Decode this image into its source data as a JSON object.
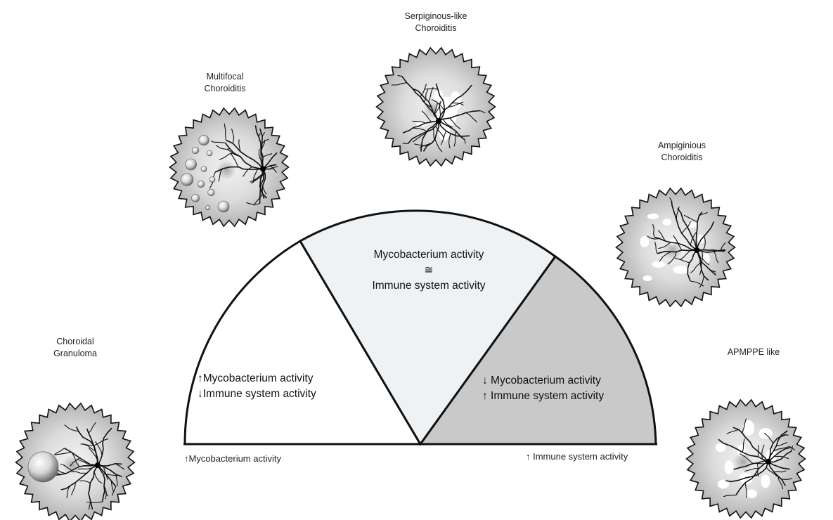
{
  "fundus_labels": {
    "multifocal": [
      "Multifocal",
      "Choroiditis"
    ],
    "serpiginous": [
      "Serpiginous-like",
      "Choroiditis"
    ],
    "ampiginous": [
      "Ampiginious",
      "Choroiditis"
    ],
    "granuloma": [
      "Choroidal",
      "Granuloma"
    ],
    "apmppe": [
      "APMPPE like"
    ]
  },
  "segments": {
    "left": {
      "line1": "↑Mycobacterium activity",
      "line2": "↓Immune system activity"
    },
    "middle": {
      "line1": "Mycobacterium activity",
      "line2": "≅",
      "line3": "Immune system activity"
    },
    "right": {
      "line1": "↓ Mycobacterium activity",
      "line2": "↑ Immune system activity"
    }
  },
  "axis": {
    "left": "↑Mycobacterium activity",
    "right": "↑ Immune system activity"
  },
  "colors": {
    "left_segment": "#ffffff",
    "middle_segment": "#eef2f4",
    "right_segment": "#c9c9c9",
    "fundus_center": "#f2f2f2",
    "fundus_edge": "#b8b8b8",
    "lesion": "#ffffff"
  },
  "icons": [
    "zigzag-fundus-border",
    "retinal-vessel-tree",
    "optic-disc-dot",
    "lesion-sphere"
  ]
}
